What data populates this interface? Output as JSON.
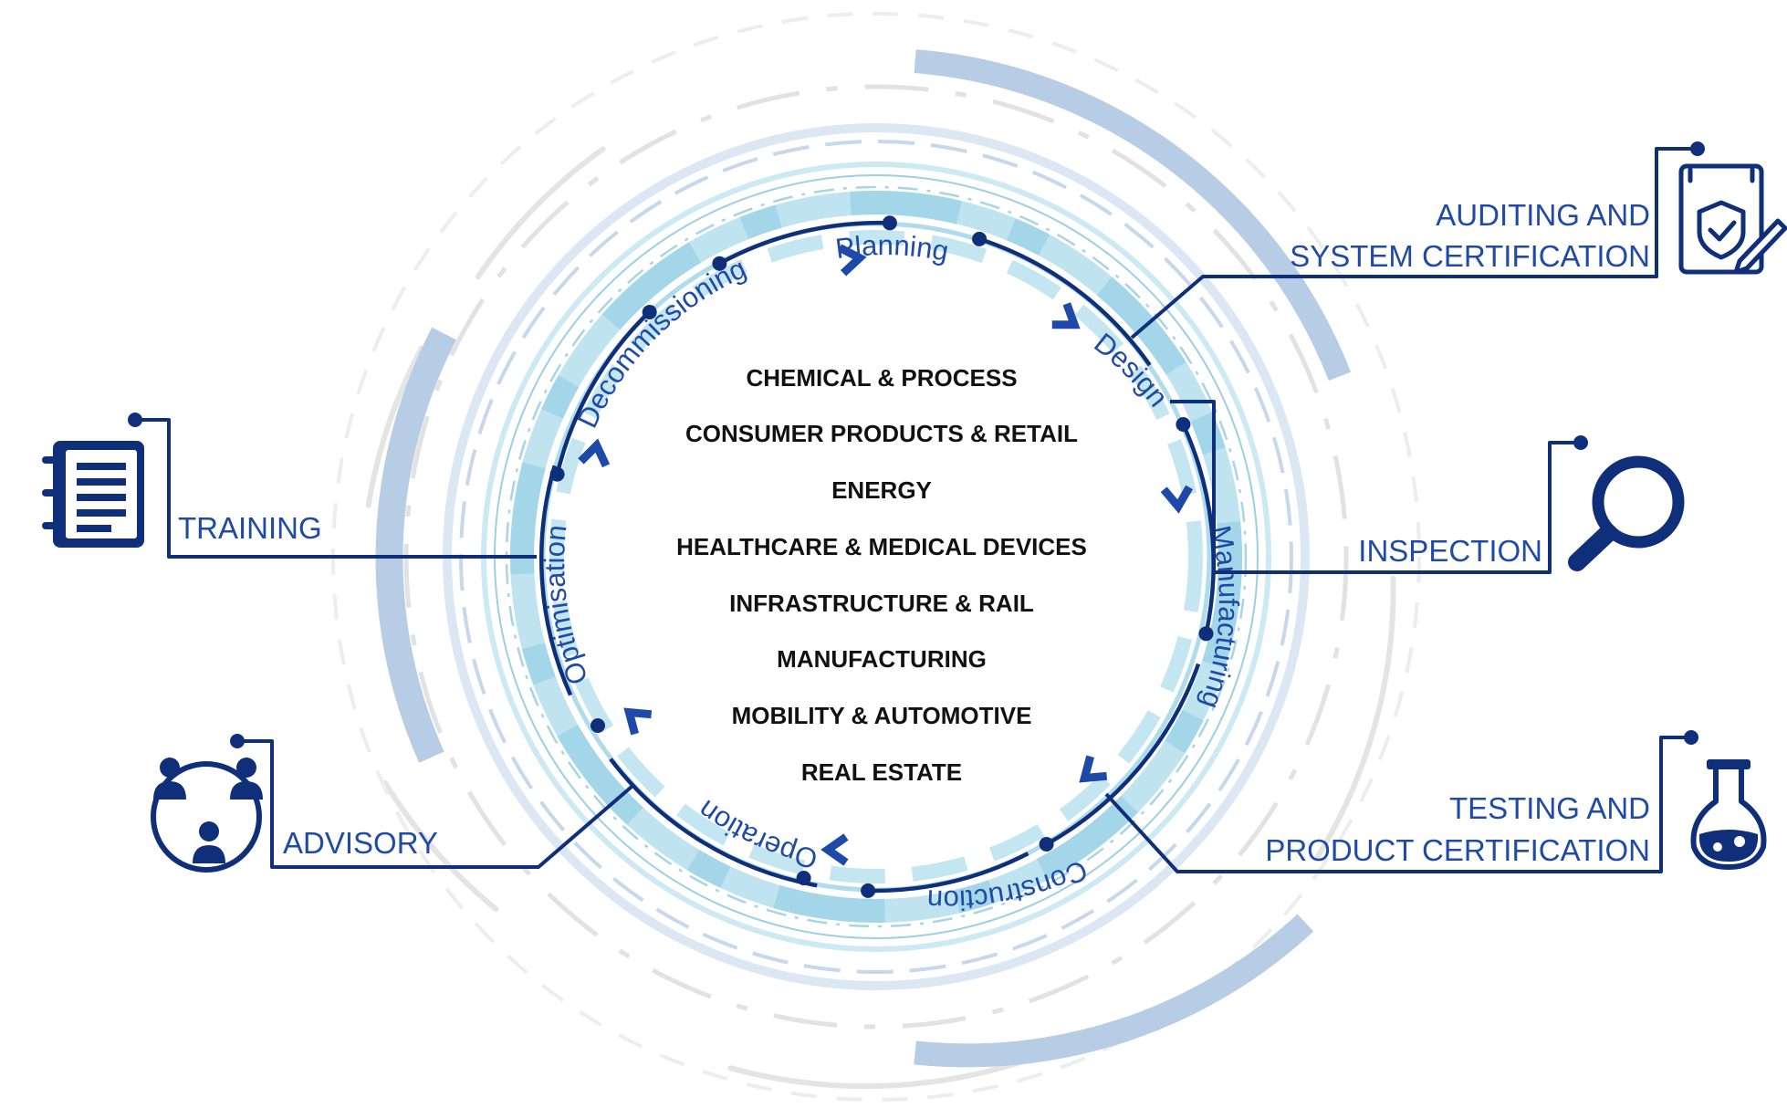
{
  "colors": {
    "navy": "#0f2f7a",
    "blue_text": "#1f4aa6",
    "light_blue": "#b9e4f0",
    "mid_blue": "#9dd3e6",
    "steel": "#b4c8e2",
    "grey": "#e6e6e6"
  },
  "industries": [
    "CHEMICAL & PROCESS",
    "CONSUMER PRODUCTS & RETAIL",
    "ENERGY",
    "HEALTHCARE & MEDICAL DEVICES",
    "INFRASTRUCTURE & RAIL",
    "MANUFACTURING",
    "MOBILITY & AUTOMOTIVE",
    "REAL ESTATE"
  ],
  "phases": {
    "planning": "Planning",
    "design": "Design",
    "manufacturing": "Manufacturing",
    "construction": "Construction",
    "operation": "Operation",
    "optimisation": "Optimisation",
    "decommissioning": "Decommissioning"
  },
  "services": {
    "auditing_line1": "AUDITING AND",
    "auditing_line2": "SYSTEM CERTIFICATION",
    "inspection": "INSPECTION",
    "testing_line1": "TESTING AND",
    "testing_line2": "PRODUCT CERTIFICATION",
    "training": "TRAINING",
    "advisory": "ADVISORY"
  },
  "icons": {
    "auditing": "certificate-check-icon",
    "inspection": "magnifier-icon",
    "testing": "flask-icon",
    "training": "notebook-icon",
    "advisory": "people-network-icon"
  }
}
